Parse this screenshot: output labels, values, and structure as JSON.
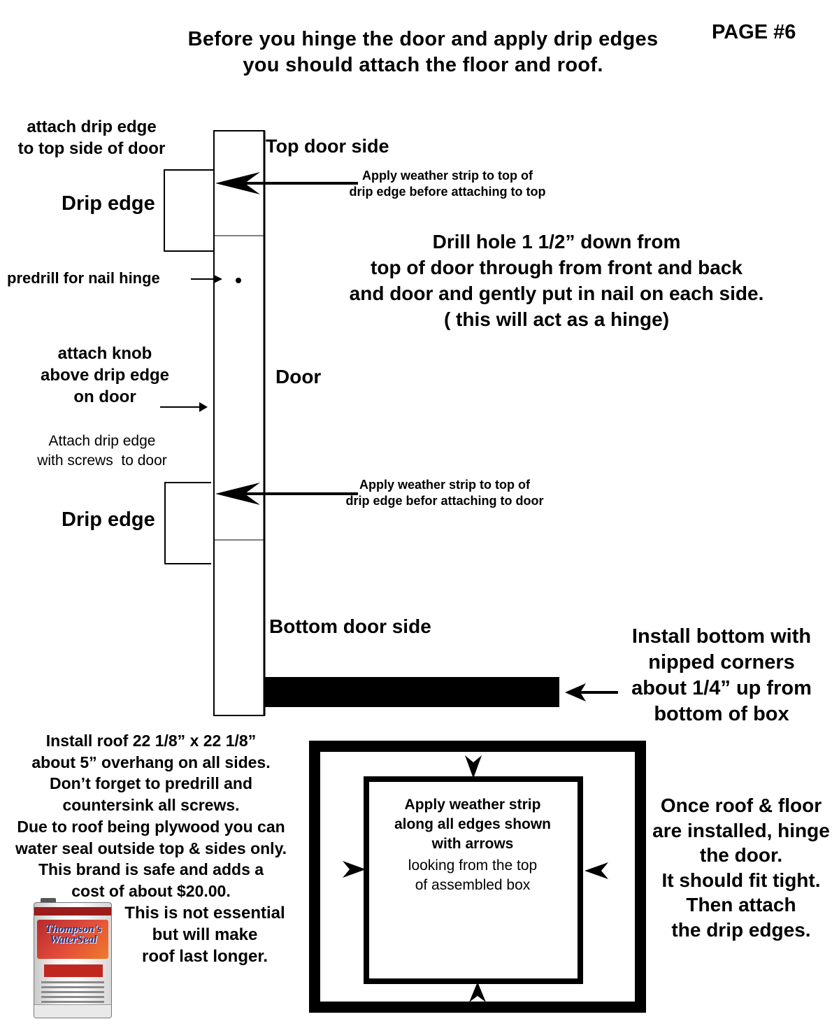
{
  "title": {
    "line1": "Before you hinge the door and apply drip edges",
    "line2": "you should attach the floor and roof."
  },
  "page_number": "PAGE #6",
  "left_labels": {
    "top_drip_instruction": [
      "attach drip edge",
      "to top side of door"
    ],
    "drip_edge_top": "Drip edge",
    "predrill": "predrill for nail hinge",
    "knob_instruction": [
      "attach knob",
      "above drip edge",
      "on door"
    ],
    "screws_instruction": [
      "Attach drip edge",
      "with screws  to door"
    ],
    "drip_edge_bottom": "Drip edge"
  },
  "door_labels": {
    "top_side": "Top door side",
    "door": "Door",
    "bottom_side": "Bottom door side"
  },
  "callouts": {
    "weather_top": [
      "Apply weather strip to top of",
      "drip edge before attaching to top"
    ],
    "weather_bottom": [
      "Apply weather strip to top of",
      "drip edge befor attaching to door"
    ],
    "drill_hole": [
      "Drill hole 1 1/2” down from",
      "top of door through from front and back",
      "and door and gently put in nail on each side.",
      "( this will act as a hinge)"
    ],
    "install_bottom": [
      "Install bottom with",
      "nipped corners",
      "about 1/4” up from",
      "bottom of box"
    ]
  },
  "roof_instructions": [
    "Install roof 22 1/8” x 22 1/8”",
    "about 5” overhang on all sides.",
    "Don’t forget to predrill and",
    "countersink all screws.",
    "Due to roof being plywood you can",
    "water seal outside top & sides only.",
    "This brand is safe and adds a",
    "cost of about $20.00."
  ],
  "not_essential": [
    "This is not essential",
    "but will make",
    "roof last longer."
  ],
  "box_caption": [
    "Apply weather strip",
    "along all edges shown",
    "with arrows",
    "looking from the top",
    "of assembled box"
  ],
  "final_instructions": [
    "Once roof & floor",
    "are installed, hinge",
    "the door.",
    "It should fit tight.",
    "Then attach",
    "the drip edges."
  ],
  "product": {
    "brand": "Thompson's WaterSeal"
  }
}
